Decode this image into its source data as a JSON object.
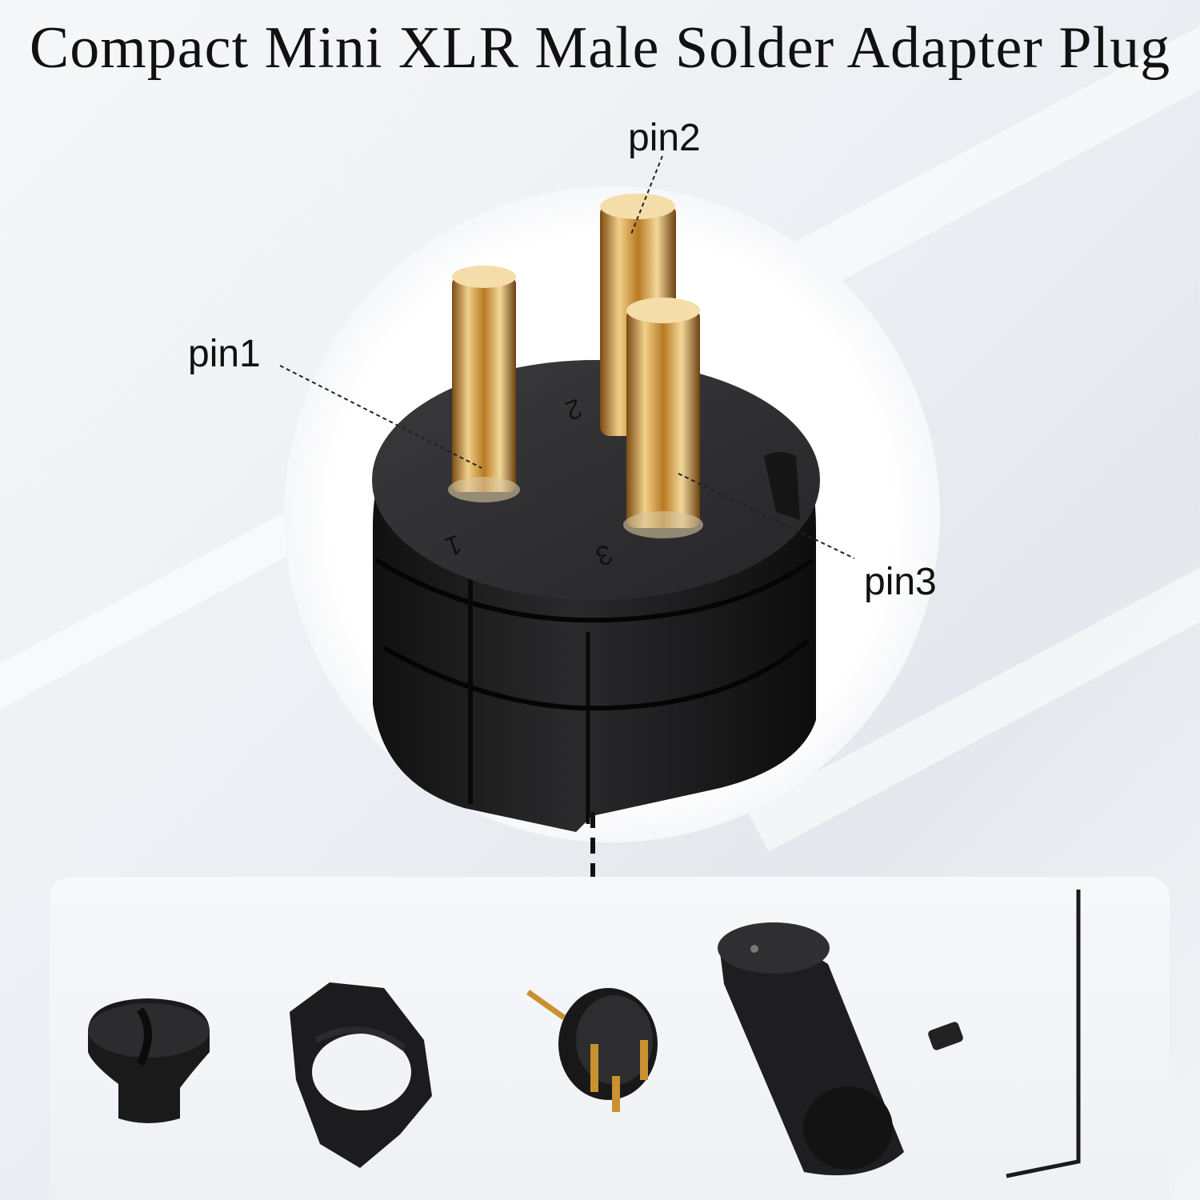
{
  "title": "Compact Mini XLR Male Solder Adapter Plug",
  "labels": {
    "pin1": "pin1",
    "pin2": "pin2",
    "pin3": "pin3"
  },
  "pin_numbers": {
    "pin1": "1",
    "pin2": "2",
    "pin3": "3"
  },
  "colors": {
    "gold": "#c9912f",
    "plastic": "#1b1b1d",
    "background": "#eef0f3"
  },
  "parts": [
    "insulating-boot-icon",
    "locking-sleeve-icon",
    "pin-insert-icon",
    "metal-shell-icon",
    "set-screw-icon",
    "hex-key-icon"
  ]
}
